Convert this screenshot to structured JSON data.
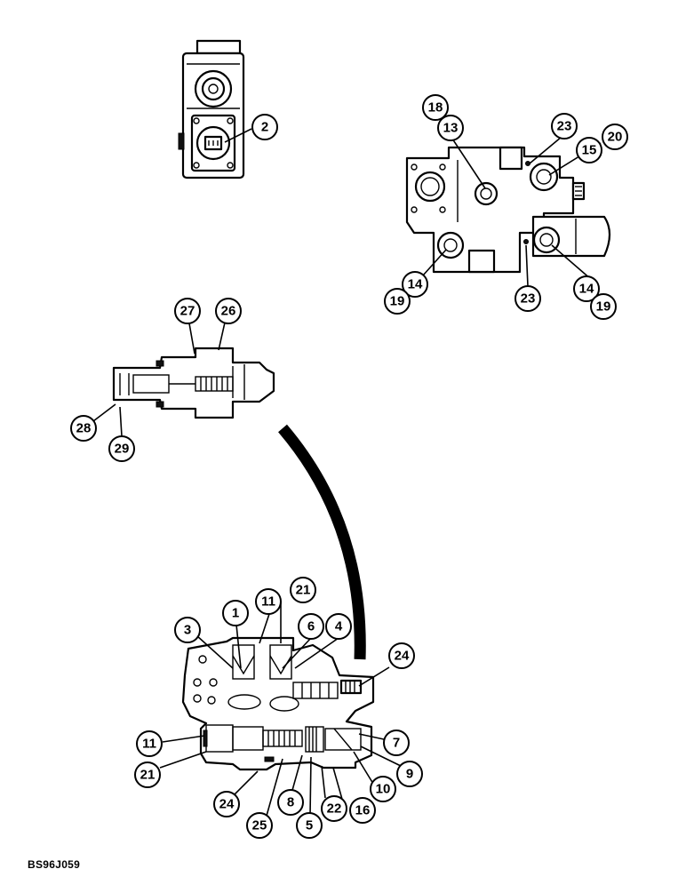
{
  "figure_code": "BS96J059",
  "callouts": [
    {
      "label": "2"
    },
    {
      "label": "18"
    },
    {
      "label": "13"
    },
    {
      "label": "23"
    },
    {
      "label": "20"
    },
    {
      "label": "15"
    },
    {
      "label": "14"
    },
    {
      "label": "19"
    },
    {
      "label": "23"
    },
    {
      "label": "14"
    },
    {
      "label": "19"
    },
    {
      "label": "27"
    },
    {
      "label": "26"
    },
    {
      "label": "28"
    },
    {
      "label": "29"
    },
    {
      "label": "11"
    },
    {
      "label": "21"
    },
    {
      "label": "1"
    },
    {
      "label": "3"
    },
    {
      "label": "6"
    },
    {
      "label": "4"
    },
    {
      "label": "24"
    },
    {
      "label": "11"
    },
    {
      "label": "21"
    },
    {
      "label": "7"
    },
    {
      "label": "9"
    },
    {
      "label": "10"
    },
    {
      "label": "24"
    },
    {
      "label": "8"
    },
    {
      "label": "22"
    },
    {
      "label": "16"
    },
    {
      "label": "25"
    },
    {
      "label": "5"
    }
  ]
}
